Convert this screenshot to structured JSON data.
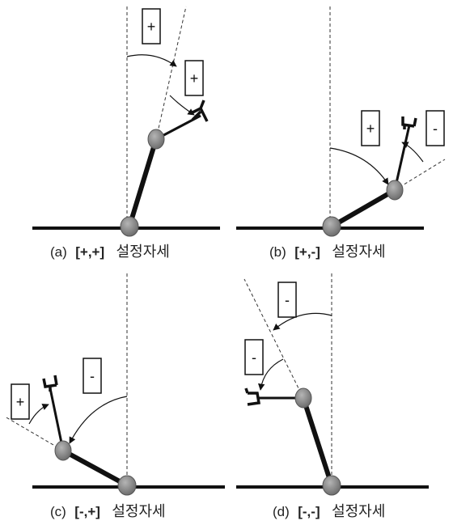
{
  "panels": [
    {
      "letter": "(a)",
      "sign_label": "[+,+]",
      "title": "설정자세",
      "joint1_sign": "+",
      "joint2_sign": "+"
    },
    {
      "letter": "(b)",
      "sign_label": "[+,-]",
      "title": "설정자세",
      "joint1_sign": "+",
      "joint2_sign": "-"
    },
    {
      "letter": "(c)",
      "sign_label": "[-,+]",
      "title": "설정자세",
      "joint1_sign": "-",
      "joint2_sign": "+"
    },
    {
      "letter": "(d)",
      "sign_label": "[-,-]",
      "title": "설정자세",
      "joint1_sign": "-",
      "joint2_sign": "-"
    }
  ],
  "colors": {
    "link": "#111111",
    "joint": "#8a8a8a",
    "line": "#111111"
  }
}
